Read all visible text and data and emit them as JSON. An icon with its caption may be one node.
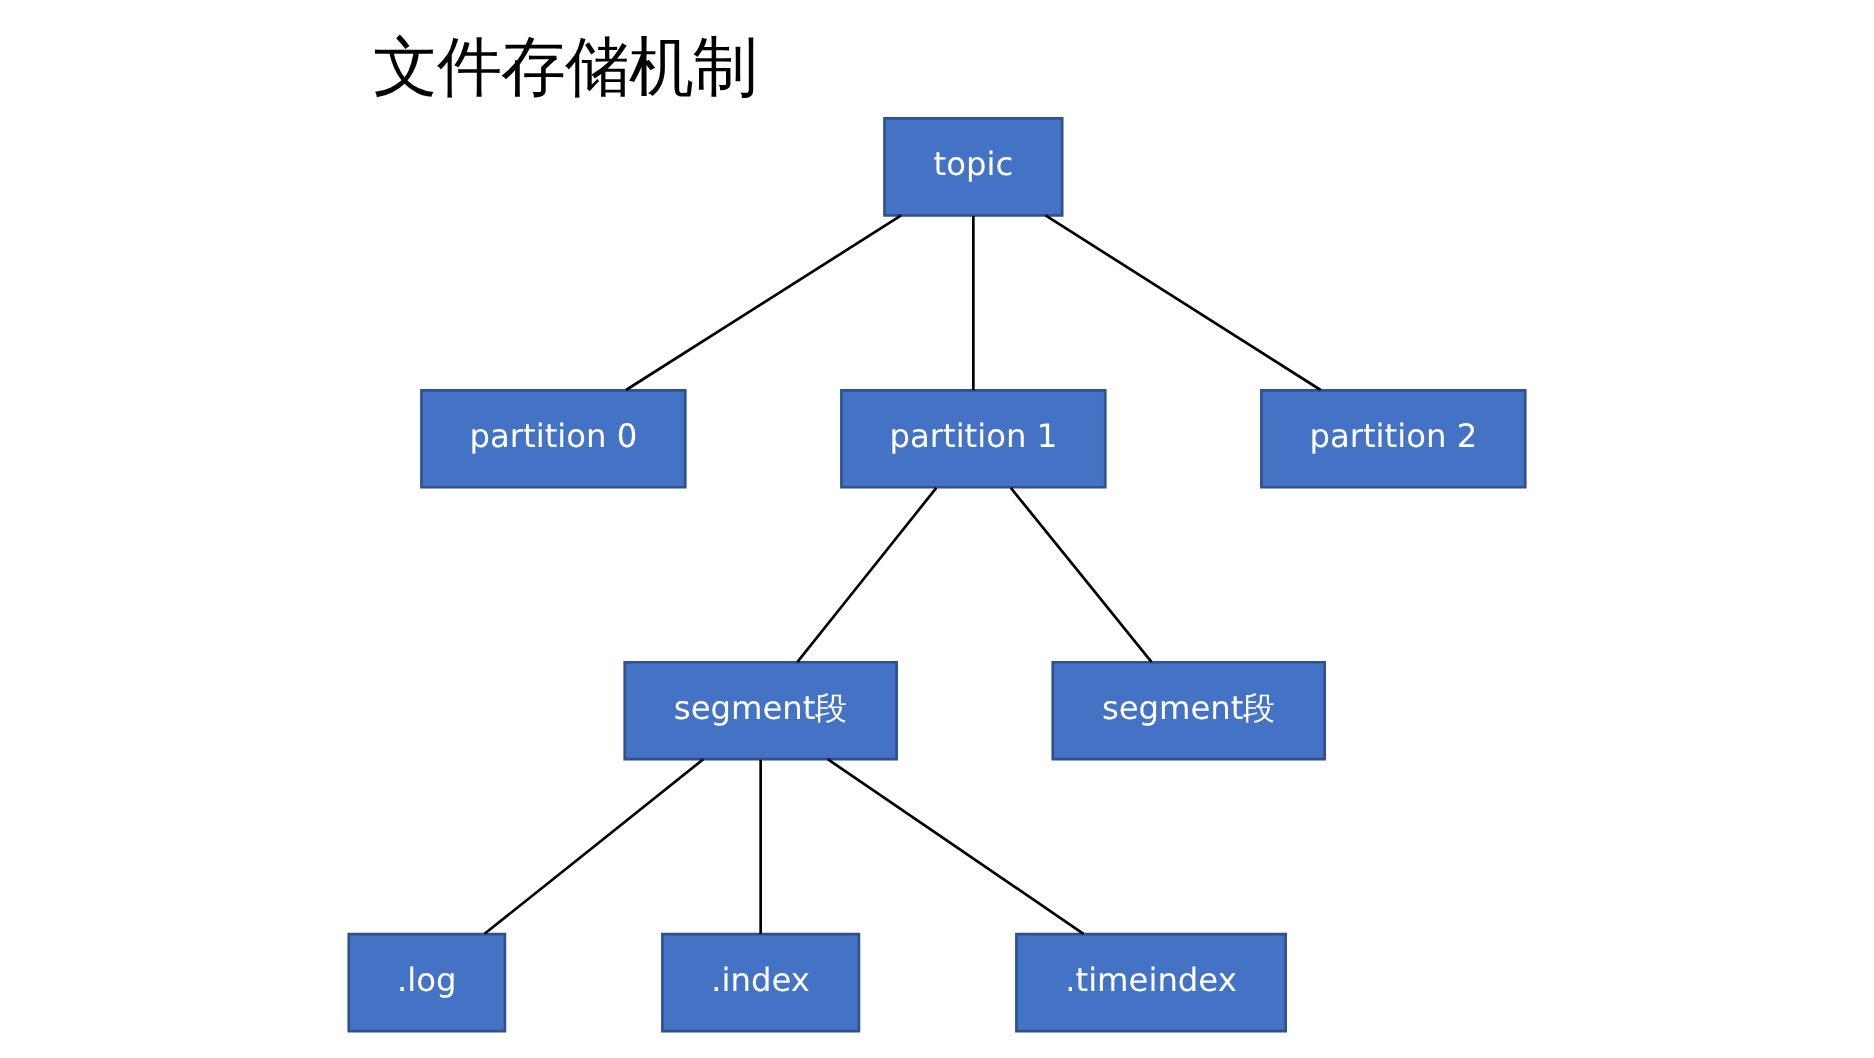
{
  "diagram": {
    "title": "文件存储机制",
    "nodes": [
      {
        "text": [
          "topic"
        ]
      },
      {
        "text": [
          "partition 0"
        ]
      },
      {
        "text": [
          "partition 1"
        ]
      },
      {
        "text": [
          "partition 2"
        ]
      },
      {
        "text": [
          "segment段"
        ]
      },
      {
        "text": [
          "segment段"
        ]
      },
      {
        "text": [
          ".log"
        ]
      },
      {
        "text": [
          ".index"
        ]
      },
      {
        "text": [
          ".timeindex"
        ]
      }
    ],
    "edges": [
      {
        "from": 0,
        "to": 1,
        "arrow": "none"
      },
      {
        "from": 0,
        "to": 2,
        "arrow": "none"
      },
      {
        "from": 0,
        "to": 3,
        "arrow": "none"
      },
      {
        "from": 2,
        "to": 4,
        "arrow": "none"
      },
      {
        "from": 2,
        "to": 5,
        "arrow": "none"
      },
      {
        "from": 4,
        "to": 6,
        "arrow": "none"
      },
      {
        "from": 4,
        "to": 7,
        "arrow": "none"
      },
      {
        "from": 4,
        "to": 8,
        "arrow": "none"
      }
    ]
  }
}
